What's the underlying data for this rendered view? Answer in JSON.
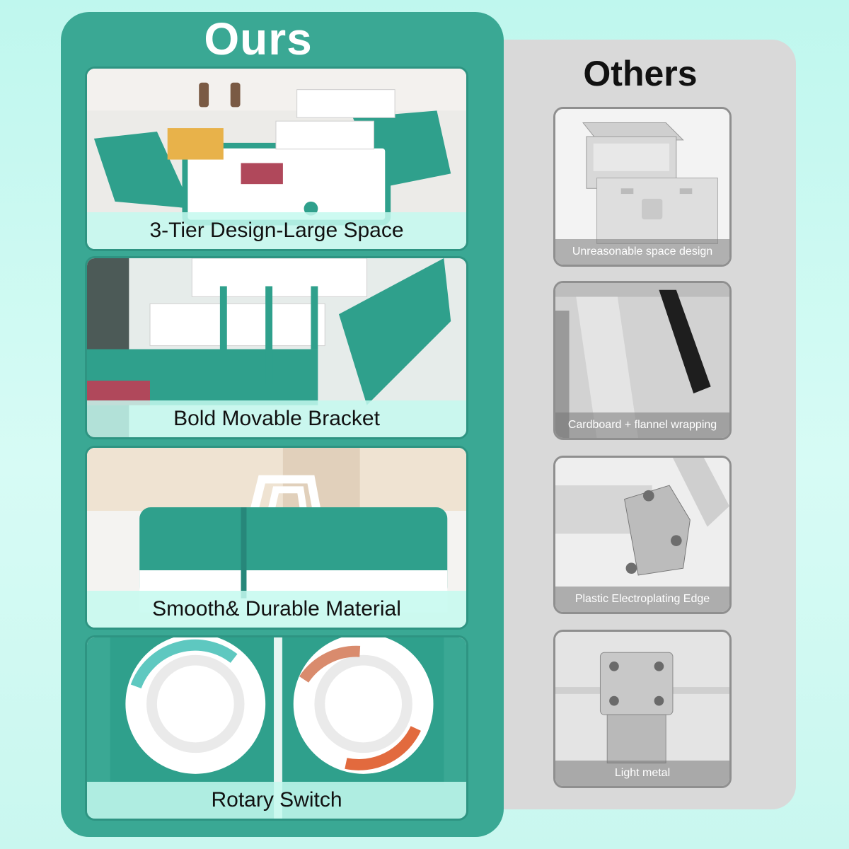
{
  "ours": {
    "title": "Ours",
    "features": [
      {
        "caption": "3-Tier Design-Large Space"
      },
      {
        "caption": "Bold Movable Bracket"
      },
      {
        "caption": "Smooth& Durable Material"
      },
      {
        "caption": "Rotary Switch"
      }
    ]
  },
  "others": {
    "title": "Others",
    "items": [
      {
        "caption": "Unreasonable space design"
      },
      {
        "caption": "Cardboard + flannel wrapping"
      },
      {
        "caption": "Plastic Electroplating Edge"
      },
      {
        "caption": "Light metal"
      }
    ]
  },
  "colors": {
    "panel_green": "#3aa894",
    "box_teal": "#2fa08c",
    "background_mint": "#c9f7ef",
    "others_gray": "#d9d9d9"
  }
}
